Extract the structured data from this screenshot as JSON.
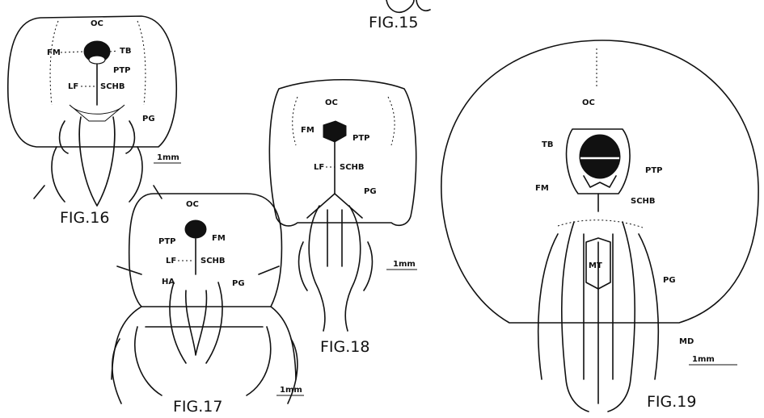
{
  "plate": {
    "fig15": {
      "caption": "FIG.15"
    },
    "fig16": {
      "caption": "FIG.16",
      "labels": {
        "oc": "OC",
        "fm": "FM",
        "tb": "TB",
        "ptp": "PTP",
        "lf": "LF",
        "schb": "SCHB",
        "pg": "PG"
      },
      "scale": "1mm"
    },
    "fig17": {
      "caption": "FIG.17",
      "labels": {
        "oc": "OC",
        "ptp": "PTP",
        "fm": "FM",
        "lf": "LF",
        "schb": "SCHB",
        "ha": "HA",
        "pg": "PG"
      },
      "scale": "1mm"
    },
    "fig18": {
      "caption": "FIG.18",
      "labels": {
        "oc": "OC",
        "fm": "FM",
        "ptp": "PTP",
        "lf": "LF",
        "schb": "SCHB",
        "pg": "PG"
      },
      "scale": "1mm"
    },
    "fig19": {
      "caption": "FIG.19",
      "labels": {
        "oc": "OC",
        "tb": "TB",
        "ptp": "PTP",
        "fm": "FM",
        "schb": "SCHB",
        "mt": "MT",
        "pg": "PG",
        "md": "MD"
      },
      "scale": "1mm"
    }
  }
}
